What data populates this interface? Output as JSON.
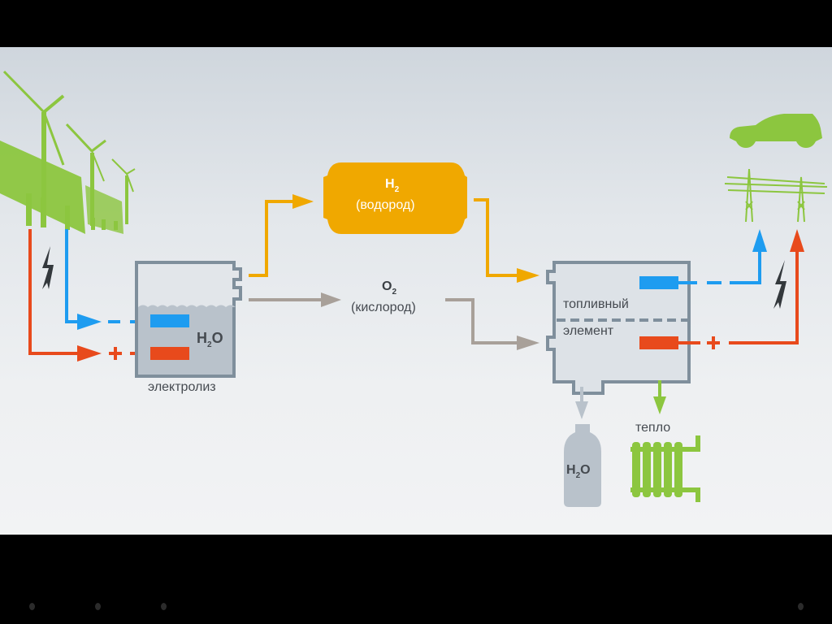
{
  "diagram": {
    "title": "Hydrogen energy cycle",
    "labels": {
      "electrolysis": "электролиз",
      "water_symbol_main": "H",
      "water_symbol_sub": "2",
      "water_symbol_end": "O",
      "hydrogen_main": "H",
      "hydrogen_sub": "2",
      "hydrogen_name": "(водород)",
      "oxygen_main": "O",
      "oxygen_sub": "2",
      "oxygen_name": "(кислород)",
      "fuel_cell_line1": "топливный",
      "fuel_cell_line2": "элемент",
      "heat": "тепло",
      "plus_left": "+",
      "plus_right": "+"
    },
    "nodes": [
      {
        "id": "renewables",
        "name": "Wind turbines and solar panels"
      },
      {
        "id": "electrolyzer",
        "name": "электролиз"
      },
      {
        "id": "hydrogen-tank",
        "name": "H2 (водород)"
      },
      {
        "id": "oxygen",
        "name": "O2 (кислород)"
      },
      {
        "id": "fuel-cell",
        "name": "топливный элемент"
      },
      {
        "id": "water-bottle",
        "name": "H2O"
      },
      {
        "id": "radiator",
        "name": "тепло"
      },
      {
        "id": "consumers",
        "name": "Electric car and power grid"
      }
    ],
    "edges": [
      {
        "from": "renewables",
        "to": "electrolyzer",
        "kind": "electric-negative"
      },
      {
        "from": "renewables",
        "to": "electrolyzer",
        "kind": "electric-positive"
      },
      {
        "from": "electrolyzer",
        "to": "hydrogen-tank",
        "kind": "hydrogen"
      },
      {
        "from": "electrolyzer",
        "to": "oxygen",
        "kind": "oxygen"
      },
      {
        "from": "hydrogen-tank",
        "to": "fuel-cell",
        "kind": "hydrogen"
      },
      {
        "from": "oxygen",
        "to": "fuel-cell",
        "kind": "oxygen"
      },
      {
        "from": "fuel-cell",
        "to": "water-bottle",
        "kind": "water"
      },
      {
        "from": "fuel-cell",
        "to": "radiator",
        "kind": "heat"
      },
      {
        "from": "fuel-cell",
        "to": "consumers",
        "kind": "electric-negative"
      },
      {
        "from": "fuel-cell",
        "to": "consumers",
        "kind": "electric-positive"
      }
    ],
    "colors": {
      "hydrogen": "#f0a800",
      "oxygen": "#a8a099",
      "negative": "#1e9cf0",
      "positive": "#e84a1c",
      "green": "#8cc63f",
      "box_border": "#7f8f9c",
      "box_fill": "#dde2e7",
      "water_fill": "#b9c2cb",
      "bolt": "#33383c"
    },
    "icons": [
      "wind-turbine-icon",
      "solar-panel-icon",
      "lightning-bolt-icon",
      "car-icon",
      "power-pylon-icon",
      "bottle-icon",
      "radiator-icon"
    ]
  },
  "nav": {
    "dots": 3,
    "right_dots": 1
  }
}
